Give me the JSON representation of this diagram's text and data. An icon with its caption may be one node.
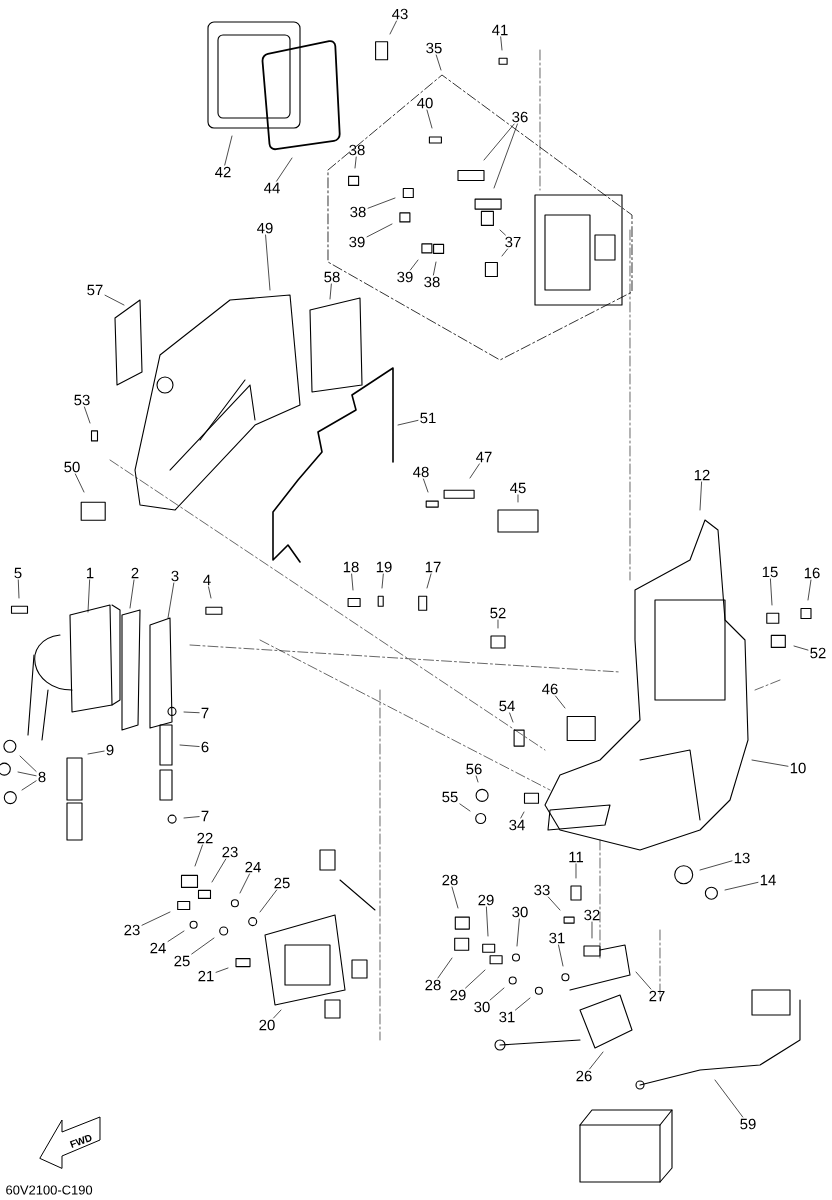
{
  "diagram": {
    "nodes": [
      {
        "text": [
          "1"
        ]
      },
      {
        "text": [
          "2"
        ]
      },
      {
        "text": [
          "3"
        ]
      },
      {
        "text": [
          "4"
        ]
      },
      {
        "text": [
          "5"
        ]
      },
      {
        "text": [
          "6"
        ]
      },
      {
        "text": [
          "7"
        ]
      },
      {
        "text": [
          "7"
        ]
      },
      {
        "text": [
          "8"
        ]
      },
      {
        "text": [
          "9"
        ]
      },
      {
        "text": [
          "10"
        ]
      },
      {
        "text": [
          "11"
        ]
      },
      {
        "text": [
          "12"
        ]
      },
      {
        "text": [
          "13"
        ]
      },
      {
        "text": [
          "14"
        ]
      },
      {
        "text": [
          "15"
        ]
      },
      {
        "text": [
          "16"
        ]
      },
      {
        "text": [
          "17"
        ]
      },
      {
        "text": [
          "18"
        ]
      },
      {
        "text": [
          "19"
        ]
      },
      {
        "text": [
          "20"
        ]
      },
      {
        "text": [
          "21"
        ]
      },
      {
        "text": [
          "22"
        ]
      },
      {
        "text": [
          "23"
        ]
      },
      {
        "text": [
          "23"
        ]
      },
      {
        "text": [
          "24"
        ]
      },
      {
        "text": [
          "24"
        ]
      },
      {
        "text": [
          "25"
        ]
      },
      {
        "text": [
          "25"
        ]
      },
      {
        "text": [
          "26"
        ]
      },
      {
        "text": [
          "27"
        ]
      },
      {
        "text": [
          "28"
        ]
      },
      {
        "text": [
          "28"
        ]
      },
      {
        "text": [
          "29"
        ]
      },
      {
        "text": [
          "29"
        ]
      },
      {
        "text": [
          "30"
        ]
      },
      {
        "text": [
          "30"
        ]
      },
      {
        "text": [
          "31"
        ]
      },
      {
        "text": [
          "31"
        ]
      },
      {
        "text": [
          "32"
        ]
      },
      {
        "text": [
          "33"
        ]
      },
      {
        "text": [
          "34"
        ]
      },
      {
        "text": [
          "35"
        ]
      },
      {
        "text": [
          "36"
        ]
      },
      {
        "text": [
          "37"
        ]
      },
      {
        "text": [
          "38"
        ]
      },
      {
        "text": [
          "38"
        ]
      },
      {
        "text": [
          "38"
        ]
      },
      {
        "text": [
          "39"
        ]
      },
      {
        "text": [
          "39"
        ]
      },
      {
        "text": [
          "40"
        ]
      },
      {
        "text": [
          "41"
        ]
      },
      {
        "text": [
          "42"
        ]
      },
      {
        "text": [
          "43"
        ]
      },
      {
        "text": [
          "44"
        ]
      },
      {
        "text": [
          "45"
        ]
      },
      {
        "text": [
          "46"
        ]
      },
      {
        "text": [
          "47"
        ]
      },
      {
        "text": [
          "48"
        ]
      },
      {
        "text": [
          "49"
        ]
      },
      {
        "text": [
          "50"
        ]
      },
      {
        "text": [
          "51"
        ]
      },
      {
        "text": [
          "52"
        ]
      },
      {
        "text": [
          "52"
        ]
      },
      {
        "text": [
          "53"
        ]
      },
      {
        "text": [
          "54"
        ]
      },
      {
        "text": [
          "55"
        ]
      },
      {
        "text": [
          "56"
        ]
      },
      {
        "text": [
          "57"
        ]
      },
      {
        "text": [
          "58"
        ]
      },
      {
        "text": [
          "59"
        ]
      }
    ],
    "edges": [
      {
        "from": 0,
        "to": null,
        "arrow": "none"
      },
      {
        "from": 1,
        "to": null,
        "arrow": "none"
      },
      {
        "from": 2,
        "to": null,
        "arrow": "none"
      },
      {
        "from": 3,
        "to": null,
        "arrow": "none"
      },
      {
        "from": 4,
        "to": null,
        "arrow": "none"
      },
      {
        "from": 5,
        "to": null,
        "arrow": "none"
      },
      {
        "from": 6,
        "to": null,
        "arrow": "none"
      },
      {
        "from": 7,
        "to": null,
        "arrow": "none"
      },
      {
        "from": 8,
        "to": null,
        "arrow": "none"
      },
      {
        "from": 8,
        "to": null,
        "arrow": "none"
      },
      {
        "from": 8,
        "to": null,
        "arrow": "none"
      },
      {
        "from": 9,
        "to": null,
        "arrow": "none"
      },
      {
        "from": 10,
        "to": null,
        "arrow": "none"
      },
      {
        "from": 11,
        "to": null,
        "arrow": "none"
      },
      {
        "from": 12,
        "to": null,
        "arrow": "none"
      },
      {
        "from": 13,
        "to": null,
        "arrow": "none"
      },
      {
        "from": 14,
        "to": null,
        "arrow": "none"
      },
      {
        "from": 15,
        "to": null,
        "arrow": "none"
      },
      {
        "from": 16,
        "to": null,
        "arrow": "none"
      },
      {
        "from": 17,
        "to": null,
        "arrow": "none"
      },
      {
        "from": 18,
        "to": null,
        "arrow": "none"
      },
      {
        "from": 19,
        "to": null,
        "arrow": "none"
      },
      {
        "from": 20,
        "to": null,
        "arrow": "none"
      },
      {
        "from": 21,
        "to": null,
        "arrow": "none"
      },
      {
        "from": 22,
        "to": null,
        "arrow": "none"
      },
      {
        "from": 23,
        "to": null,
        "arrow": "none"
      },
      {
        "from": 24,
        "to": null,
        "arrow": "none"
      },
      {
        "from": 25,
        "to": null,
        "arrow": "none"
      },
      {
        "from": 26,
        "to": null,
        "arrow": "none"
      },
      {
        "from": 27,
        "to": null,
        "arrow": "none"
      },
      {
        "from": 28,
        "to": null,
        "arrow": "none"
      },
      {
        "from": 29,
        "to": null,
        "arrow": "none"
      },
      {
        "from": 30,
        "to": null,
        "arrow": "none"
      },
      {
        "from": 31,
        "to": null,
        "arrow": "none"
      },
      {
        "from": 32,
        "to": null,
        "arrow": "none"
      },
      {
        "from": 33,
        "to": null,
        "arrow": "none"
      },
      {
        "from": 34,
        "to": null,
        "arrow": "none"
      },
      {
        "from": 35,
        "to": null,
        "arrow": "none"
      },
      {
        "from": 36,
        "to": null,
        "arrow": "none"
      },
      {
        "from": 37,
        "to": null,
        "arrow": "none"
      },
      {
        "from": 38,
        "to": null,
        "arrow": "none"
      },
      {
        "from": 39,
        "to": null,
        "arrow": "none"
      },
      {
        "from": 40,
        "to": null,
        "arrow": "none"
      },
      {
        "from": 41,
        "to": null,
        "arrow": "none"
      },
      {
        "from": 42,
        "to": null,
        "arrow": "none"
      },
      {
        "from": 43,
        "to": null,
        "arrow": "none"
      },
      {
        "from": 43,
        "to": null,
        "arrow": "none"
      },
      {
        "from": 44,
        "to": null,
        "arrow": "none"
      },
      {
        "from": 44,
        "to": null,
        "arrow": "none"
      },
      {
        "from": 45,
        "to": null,
        "arrow": "none"
      },
      {
        "from": 46,
        "to": null,
        "arrow": "none"
      },
      {
        "from": 47,
        "to": null,
        "arrow": "none"
      },
      {
        "from": 48,
        "to": null,
        "arrow": "none"
      },
      {
        "from": 49,
        "to": null,
        "arrow": "none"
      },
      {
        "from": 50,
        "to": null,
        "arrow": "none"
      },
      {
        "from": 51,
        "to": null,
        "arrow": "none"
      },
      {
        "from": 52,
        "to": null,
        "arrow": "none"
      },
      {
        "from": 53,
        "to": null,
        "arrow": "none"
      },
      {
        "from": 54,
        "to": null,
        "arrow": "none"
      },
      {
        "from": 55,
        "to": null,
        "arrow": "none"
      },
      {
        "from": 56,
        "to": null,
        "arrow": "none"
      },
      {
        "from": 57,
        "to": null,
        "arrow": "none"
      },
      {
        "from": 58,
        "to": null,
        "arrow": "none"
      },
      {
        "from": 59,
        "to": null,
        "arrow": "none"
      },
      {
        "from": 60,
        "to": null,
        "arrow": "none"
      },
      {
        "from": 61,
        "to": null,
        "arrow": "none"
      },
      {
        "from": 62,
        "to": null,
        "arrow": "none"
      },
      {
        "from": 63,
        "to": null,
        "arrow": "none"
      },
      {
        "from": 64,
        "to": null,
        "arrow": "none"
      },
      {
        "from": 65,
        "to": null,
        "arrow": "none"
      },
      {
        "from": 66,
        "to": null,
        "arrow": "none"
      },
      {
        "from": 67,
        "to": null,
        "arrow": "none"
      },
      {
        "from": 68,
        "to": null,
        "arrow": "none"
      },
      {
        "from": 69,
        "to": null,
        "arrow": "none"
      },
      {
        "from": 70,
        "to": null,
        "arrow": "none"
      }
    ],
    "labels": [
      "FWD",
      "60V2100-C190"
    ]
  }
}
